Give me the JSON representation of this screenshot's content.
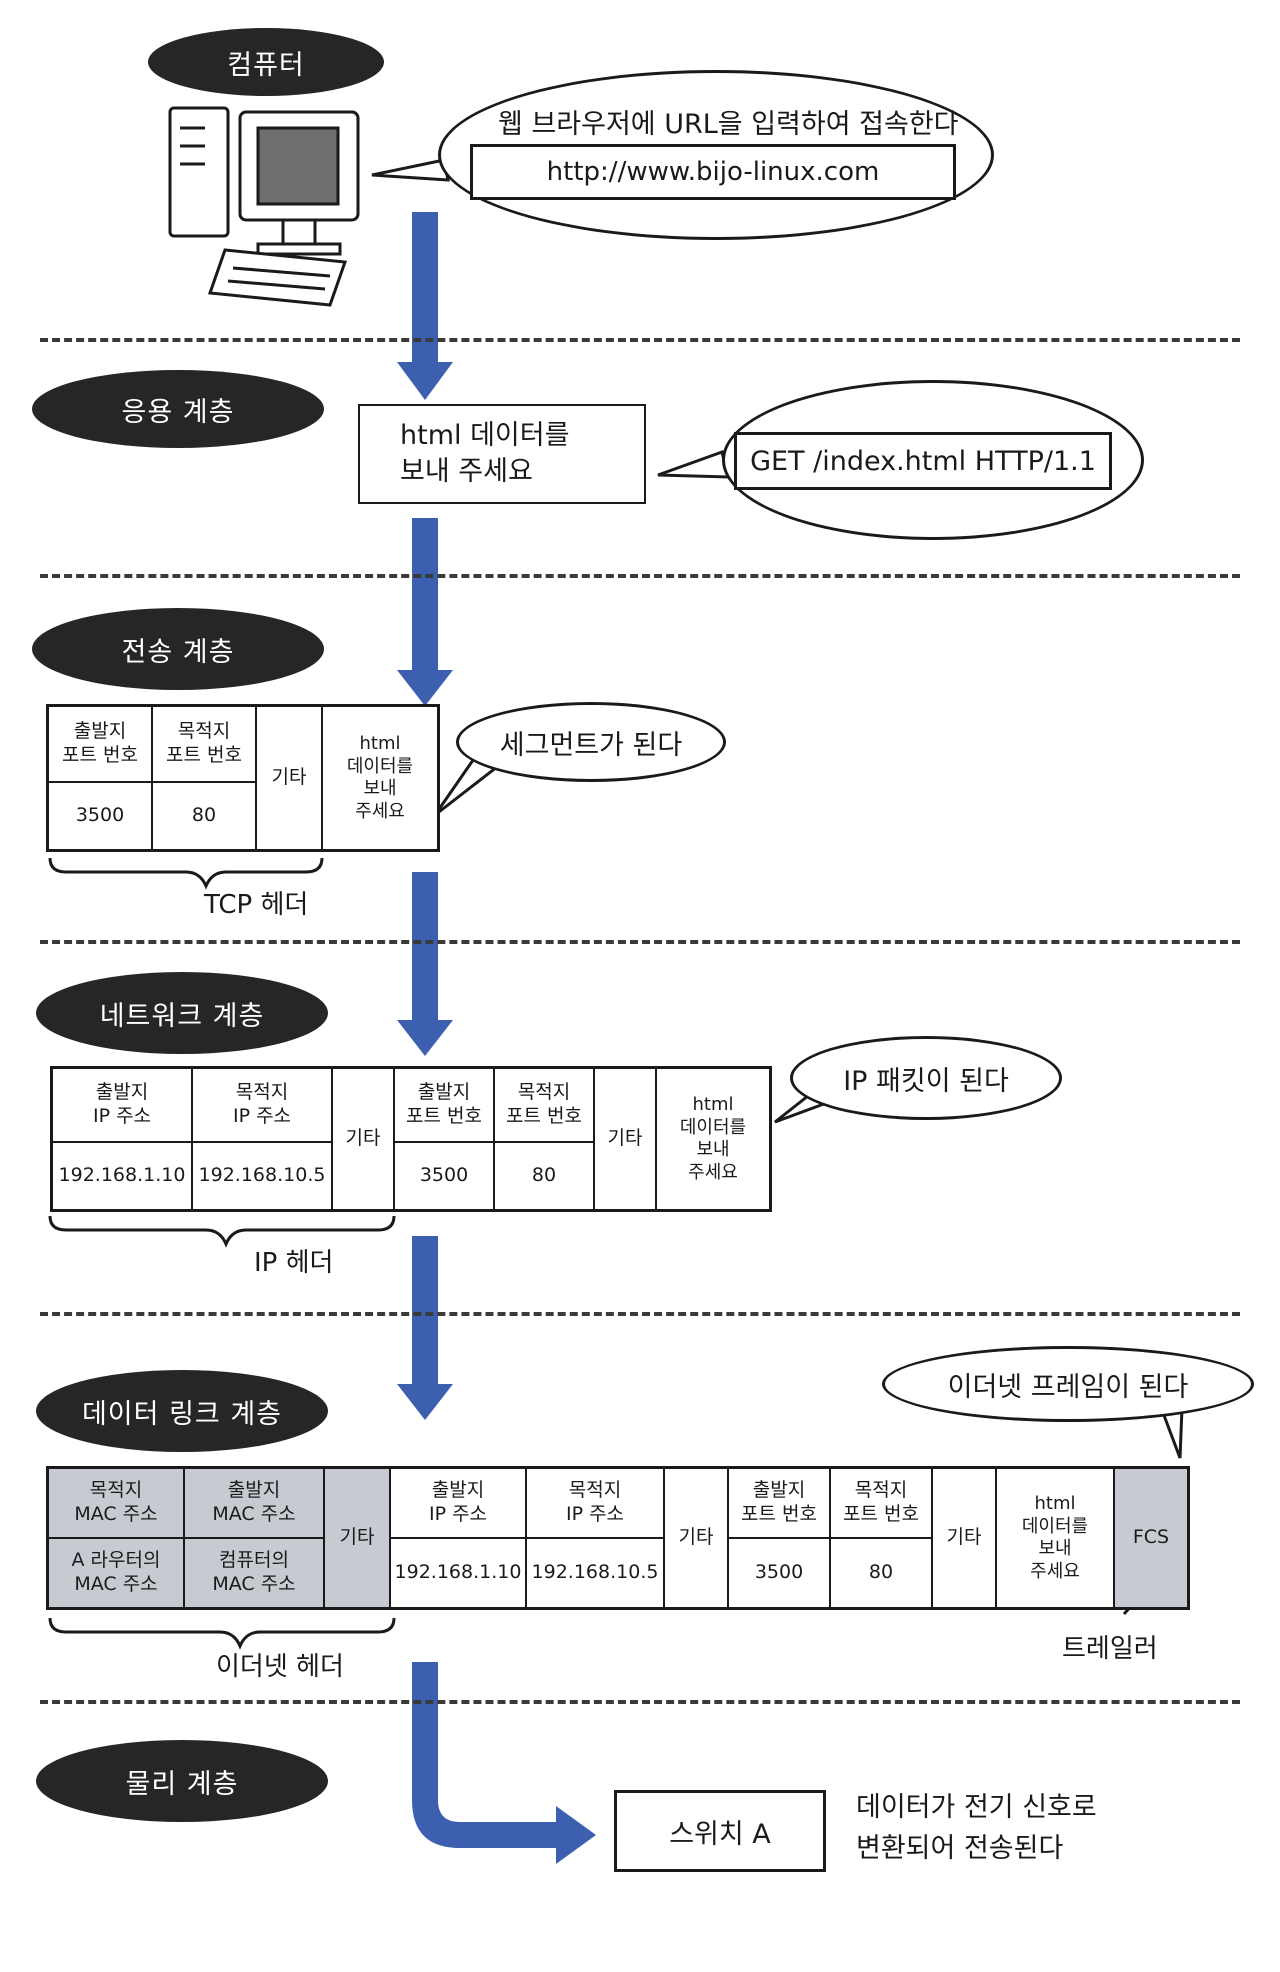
{
  "computer": {
    "title": "컴퓨터",
    "speech": "웹 브라우저에 URL을 입력하여 접속한다",
    "url": "http://www.bijo-linux.com"
  },
  "application": {
    "title": "응용 계층",
    "data_text": "html 데이터를\n보내 주세요",
    "request": "GET /index.html HTTP/1.1"
  },
  "transport": {
    "title": "전송 계층",
    "headers": {
      "src_port": "출발지\n포트 번호",
      "dst_port": "목적지\n포트 번호",
      "etc": "기타",
      "data": "html\n데이터를\n보내\n주세요"
    },
    "values": {
      "src_port": "3500",
      "dst_port": "80"
    },
    "speech": "세그먼트가 된다",
    "brace_label": "TCP 헤더"
  },
  "network": {
    "title": "네트워크 계층",
    "headers": {
      "src_ip": "출발지\nIP 주소",
      "dst_ip": "목적지\nIP 주소",
      "etc1": "기타",
      "src_port": "출발지\n포트 번호",
      "dst_port": "목적지\n포트 번호",
      "etc2": "기타",
      "data": "html\n데이터를\n보내\n주세요"
    },
    "values": {
      "src_ip": "192.168.1.10",
      "dst_ip": "192.168.10.5",
      "src_port": "3500",
      "dst_port": "80"
    },
    "speech": "IP 패킷이 된다",
    "brace_label": "IP 헤더"
  },
  "datalink": {
    "title": "데이터 링크 계층",
    "headers": {
      "dst_mac": "목적지\nMAC 주소",
      "src_mac": "출발지\nMAC 주소",
      "etc0": "기타",
      "src_ip": "출발지\nIP 주소",
      "dst_ip": "목적지\nIP 주소",
      "etc1": "기타",
      "src_port": "출발지\n포트 번호",
      "dst_port": "목적지\n포트 번호",
      "etc2": "기타",
      "data": "html\n데이터를\n보내\n주세요",
      "fcs": "FCS"
    },
    "values": {
      "dst_mac": "A 라우터의\nMAC 주소",
      "src_mac": "컴퓨터의\nMAC 주소",
      "src_ip": "192.168.1.10",
      "dst_ip": "192.168.10.5",
      "src_port": "3500",
      "dst_port": "80"
    },
    "speech": "이더넷 프레임이 된다",
    "brace_label": "이더넷 헤더",
    "trailer_label": "트레일러"
  },
  "physical": {
    "title": "물리 계층",
    "switch": "스위치 A",
    "note": "데이터가 전기 신호로\n변환되어 전송된다"
  },
  "colors": {
    "arrow": "#3c5fb0",
    "pill": "#262626",
    "gray_cell": "#c7cbd1"
  }
}
